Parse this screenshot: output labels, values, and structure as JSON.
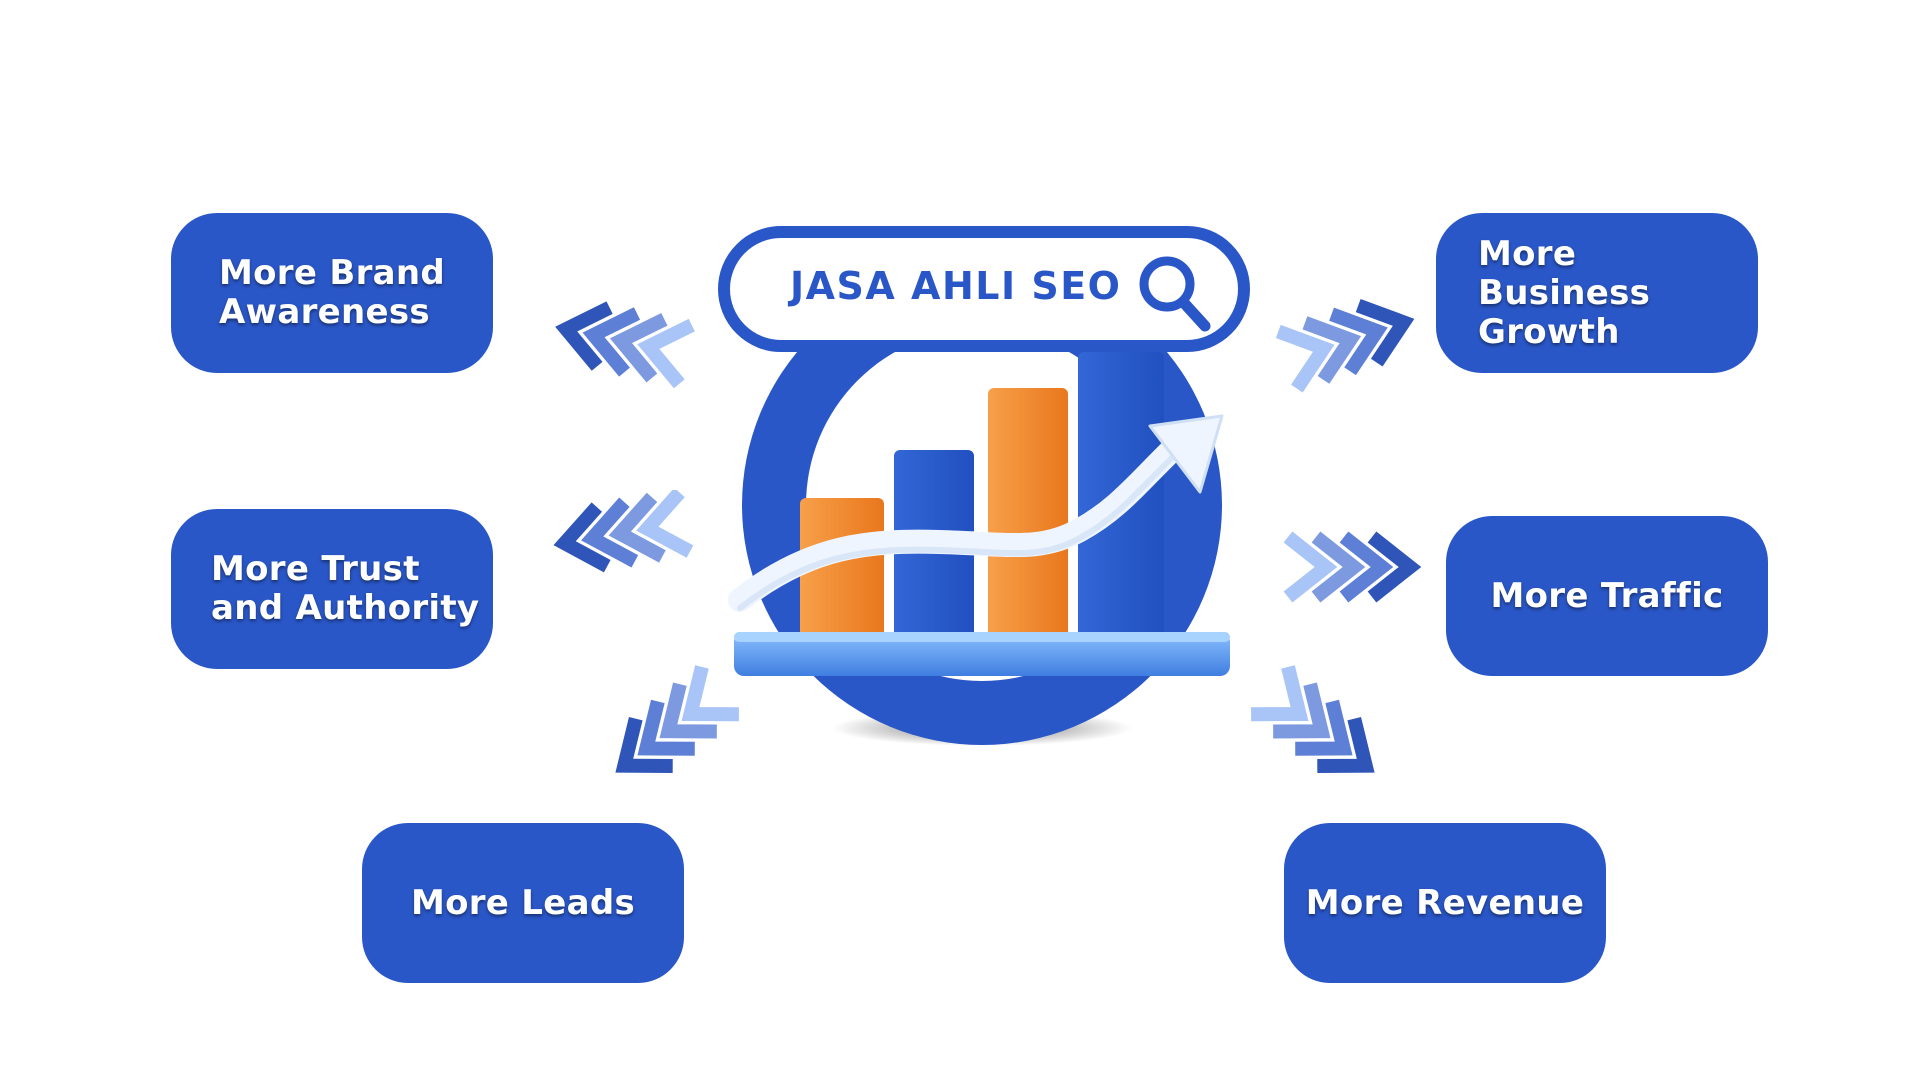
{
  "search": {
    "text": "JASA AHLI SEO",
    "icon": "search-icon"
  },
  "benefits": {
    "brand_awareness": "More Brand\nAwareness",
    "trust_authority": "More Trust\nand Authority",
    "leads": "More Leads",
    "business_growth": "More Business\nGrowth",
    "traffic": "More Traffic",
    "revenue": "More Revenue"
  },
  "colors": {
    "primary_blue": "#2a57c8",
    "orange": "#f28a2e",
    "light_blue": "#5f9cf0",
    "arrow_dark": "#2f55b8",
    "arrow_mid": "#5d7fd6",
    "arrow_light": "#a9c4f6",
    "background": "#ffffff"
  }
}
